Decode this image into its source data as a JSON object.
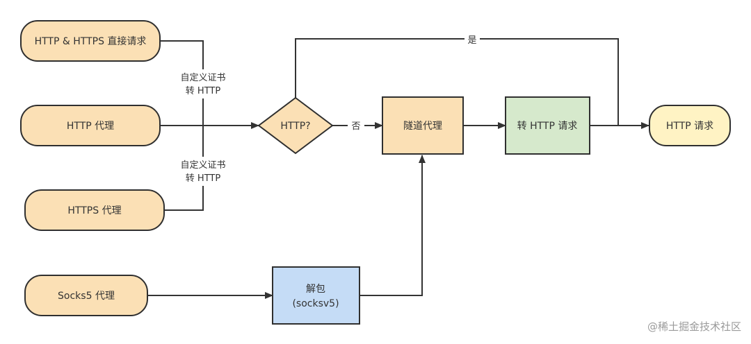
{
  "nodes": {
    "direct_request": "HTTP & HTTPS 直接请求",
    "http_proxy": "HTTP 代理",
    "https_proxy": "HTTPS 代理",
    "socks5_proxy": "Socks5 代理",
    "http_decision": "HTTP?",
    "tunnel_proxy": "隧道代理",
    "to_http_request": "转 HTTP 请求",
    "http_request": "HTTP 请求",
    "unpack_line1": "解包",
    "unpack_line2": "(socksv5)"
  },
  "edge_labels": {
    "cert_top_line1": "自定义证书",
    "cert_top_line2": "转 HTTP",
    "cert_bottom_line1": "自定义证书",
    "cert_bottom_line2": "转 HTTP",
    "yes": "是",
    "no": "否"
  },
  "watermark": "@稀土掘金技术社区",
  "colors": {
    "proxy_fill": "#fbe0b5",
    "proxy_stroke": "#2f2f2f",
    "tunnel_fill": "#fbe0b5",
    "convert_fill": "#d6e9cc",
    "unpack_fill": "#c5dcf6",
    "result_fill": "#fff3c4",
    "line": "#333333"
  }
}
